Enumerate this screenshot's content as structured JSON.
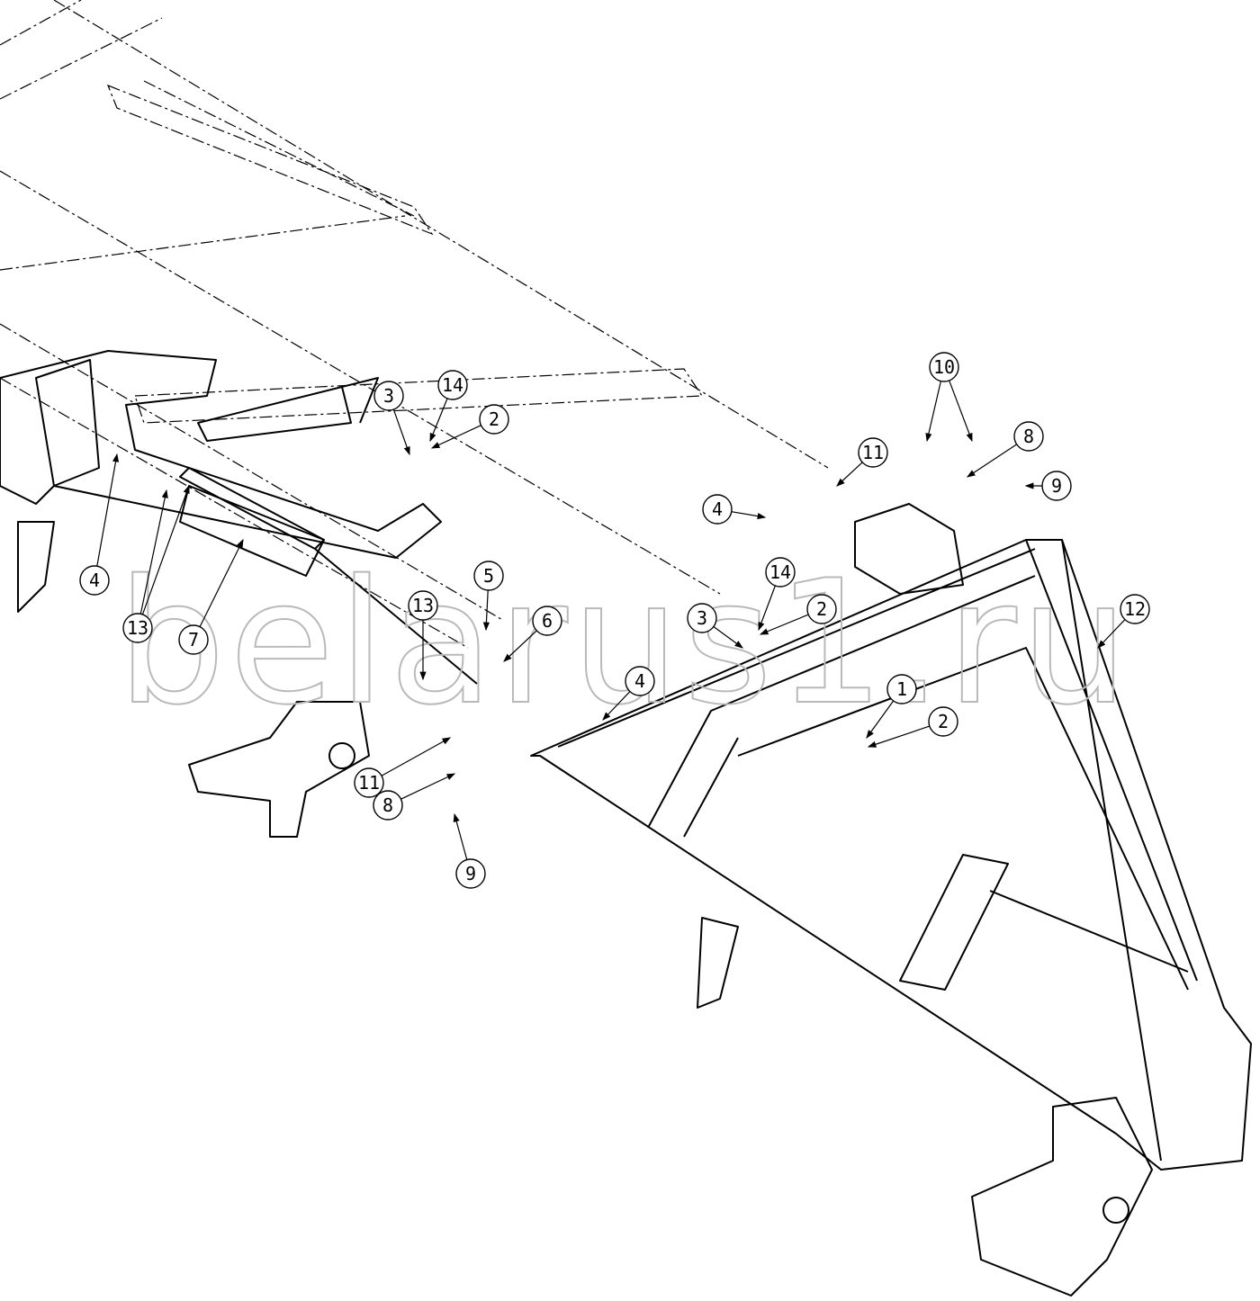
{
  "diagram": {
    "watermark": "belarus1.ru",
    "callouts": [
      "3",
      "14",
      "2",
      "10",
      "11",
      "8",
      "9",
      "4",
      "4",
      "13",
      "7",
      "5",
      "6",
      "13",
      "14",
      "2",
      "3",
      "12",
      "1",
      "2",
      "4",
      "11",
      "8",
      "9"
    ]
  }
}
